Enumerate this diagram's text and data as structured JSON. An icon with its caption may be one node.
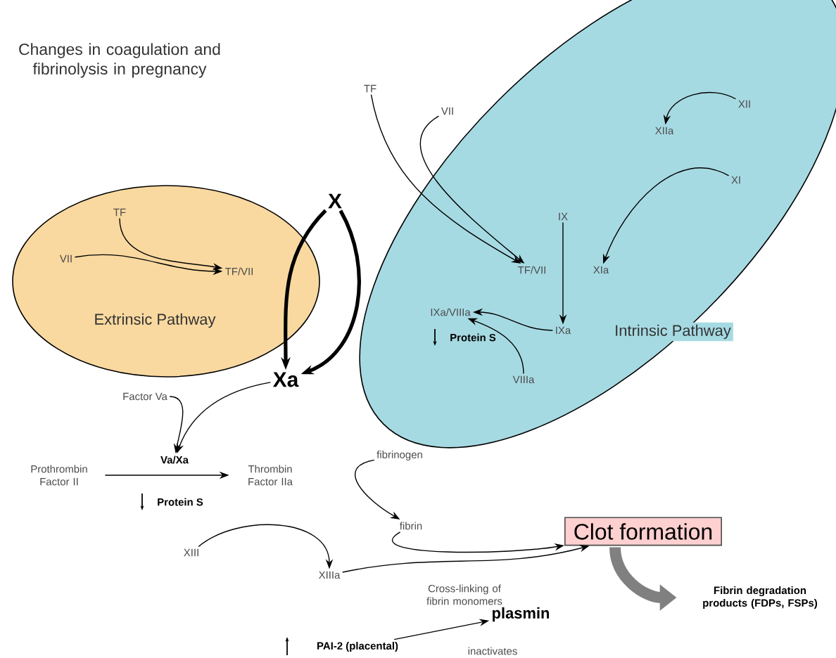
{
  "diagram": {
    "title": "Changes in coagulation and fibrinolysis in pregnancy",
    "nodes": [
      {
        "text": [
          "Extrinsic Pathway"
        ]
      },
      {
        "text": [
          "TF"
        ],
        "in": 0
      },
      {
        "text": [
          "VII"
        ],
        "in": 0
      },
      {
        "text": [
          "TF/VII"
        ],
        "in": 0
      },
      {
        "text": [
          "Intrinsic Pathway"
        ]
      },
      {
        "text": [
          "XII"
        ],
        "in": 4
      },
      {
        "text": [
          "XIIa"
        ],
        "in": 4
      },
      {
        "text": [
          "XI"
        ],
        "in": 4
      },
      {
        "text": [
          "IX"
        ],
        "in": 4
      },
      {
        "text": [
          "TF/VII"
        ],
        "in": 4
      },
      {
        "text": [
          "XIa"
        ],
        "in": 4
      },
      {
        "text": [
          "IXa/VIIIa"
        ],
        "in": 4
      },
      {
        "text": [
          "IXa"
        ],
        "in": 4
      },
      {
        "text": [
          "VIIIa"
        ],
        "in": 4
      },
      {
        "text": [
          "TF"
        ]
      },
      {
        "text": [
          "VII"
        ]
      },
      {
        "text": [
          "X"
        ]
      },
      {
        "text": [
          "Xa"
        ]
      },
      {
        "text": [
          "Factor Va"
        ]
      },
      {
        "text": [
          "Prothrombin Factor II"
        ]
      },
      {
        "text": [
          "Va/Xa"
        ]
      },
      {
        "text": [
          "Thrombin Factor IIa"
        ]
      },
      {
        "text": [
          "fibrinogen"
        ]
      },
      {
        "text": [
          "fibrin"
        ]
      },
      {
        "text": [
          "XIII"
        ]
      },
      {
        "text": [
          "XIIIa"
        ]
      },
      {
        "text": [
          "Clot formation"
        ]
      },
      {
        "text": [
          "Fibrin degradation products (FDPs, FSPs)"
        ]
      },
      {
        "text": [
          "plasmin"
        ]
      },
      {
        "text": [
          "PAI-2 (placental)"
        ]
      }
    ],
    "edges": [
      {
        "from": 2,
        "to": 3,
        "arrow": "to"
      },
      {
        "from": 1,
        "to": 3,
        "arrow": "to"
      },
      {
        "from": 14,
        "to": 9,
        "arrow": "to"
      },
      {
        "from": 15,
        "to": 9,
        "arrow": "to"
      },
      {
        "from": 5,
        "to": 6,
        "arrow": "to"
      },
      {
        "from": 7,
        "to": 10,
        "arrow": "to"
      },
      {
        "from": 8,
        "to": 12,
        "arrow": "to"
      },
      {
        "from": 12,
        "to": 11,
        "arrow": "to"
      },
      {
        "from": 13,
        "to": 11,
        "arrow": "to"
      },
      {
        "from": 16,
        "to": 17,
        "arrow": "to",
        "style": "thick"
      },
      {
        "from": 16,
        "to": 17,
        "arrow": "to",
        "style": "thick"
      },
      {
        "from": 18,
        "to": 20,
        "arrow": "to"
      },
      {
        "from": 17,
        "to": 20,
        "arrow": "to"
      },
      {
        "from": 19,
        "to": 21,
        "arrow": "to"
      },
      {
        "from": 22,
        "to": 23,
        "arrow": "to"
      },
      {
        "from": 24,
        "to": 25,
        "arrow": "to"
      },
      {
        "from": 25,
        "to": 26,
        "arrow": "to",
        "label": "Cross-linking of fibrin monomers"
      },
      {
        "from": 23,
        "to": 26,
        "arrow": "to"
      },
      {
        "from": 26,
        "to": 27,
        "arrow": "to",
        "style": "thick",
        "color": "#808080"
      },
      {
        "from": 29,
        "to": 28,
        "arrow": "to",
        "label": "inactivates"
      }
    ],
    "labels": [
      "Protein S",
      "Protein S"
    ]
  }
}
